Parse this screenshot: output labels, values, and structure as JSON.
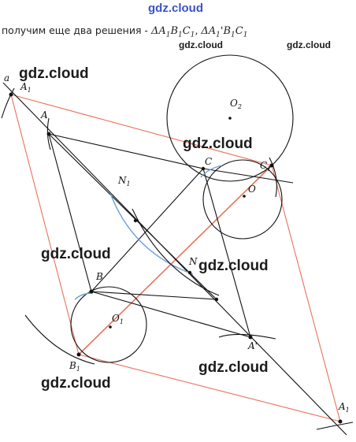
{
  "caption": {
    "text": "получим еще два решения -",
    "tri1_prefix": "ΔA",
    "tri1_a": "1",
    "tri1_b": "B",
    "tri1_bsub": "1",
    "tri1_c": "C",
    "tri1_csub": "1",
    "tri2_prefix": "ΔA",
    "tri2_a": "1",
    "tri2_b": "B",
    "tri2_bsub": "1",
    "tri2_c": "C",
    "tri2_csub": "1"
  },
  "watermark": "gdz.cloud",
  "labels": {
    "a": "a",
    "A1top": "A",
    "A1top_sub": "1",
    "A": "A",
    "O2": "O",
    "O2_sub": "2",
    "C": "C",
    "C1": "C",
    "C1_sub": "1",
    "O": "O",
    "N1": "N",
    "N1_sub": "1",
    "N": "N",
    "B": "B",
    "O1": "O",
    "O1_sub": "1",
    "B1": "B",
    "B1_sub": "1",
    "A_prime": "A'",
    "A1bottom": "A",
    "A1bottom_sub": "1"
  },
  "colors": {
    "line": "#111111",
    "red": "#e8735a",
    "blue": "#6d9fd6",
    "watermark_top": "#3a52c9"
  }
}
